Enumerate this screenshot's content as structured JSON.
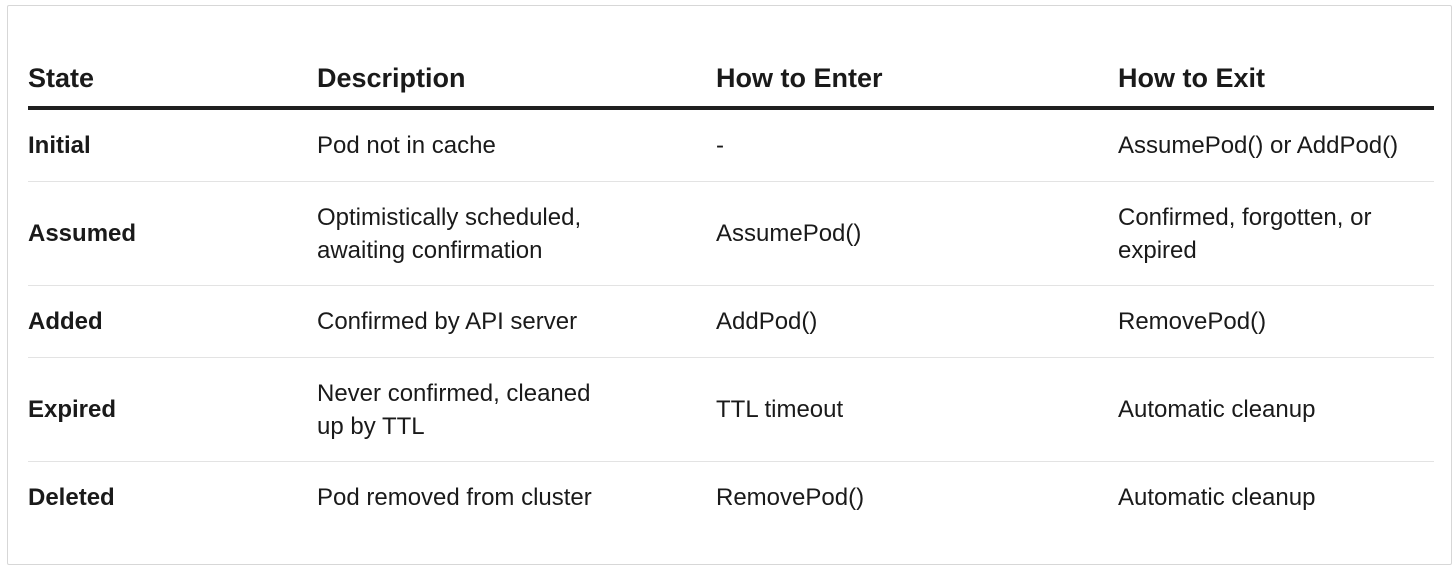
{
  "table": {
    "headers": [
      "State",
      "Description",
      "How to Enter",
      "How to Exit"
    ],
    "rows": [
      {
        "state": "Initial",
        "description": [
          "Pod not in cache"
        ],
        "enter": [
          "-"
        ],
        "exit": [
          "AssumePod() or AddPod()"
        ]
      },
      {
        "state": "Assumed",
        "description": [
          "Optimistically scheduled,",
          "awaiting confirmation"
        ],
        "enter": [
          "AssumePod()"
        ],
        "exit": [
          "Confirmed, forgotten, or",
          "expired"
        ]
      },
      {
        "state": "Added",
        "description": [
          "Confirmed by API server"
        ],
        "enter": [
          "AddPod()"
        ],
        "exit": [
          "RemovePod()"
        ]
      },
      {
        "state": "Expired",
        "description": [
          "Never confirmed, cleaned",
          "up by TTL"
        ],
        "enter": [
          "TTL timeout"
        ],
        "exit": [
          "Automatic cleanup"
        ]
      },
      {
        "state": "Deleted",
        "description": [
          "Pod removed from cluster"
        ],
        "enter": [
          "RemovePod()"
        ],
        "exit": [
          "Automatic cleanup"
        ]
      }
    ]
  }
}
